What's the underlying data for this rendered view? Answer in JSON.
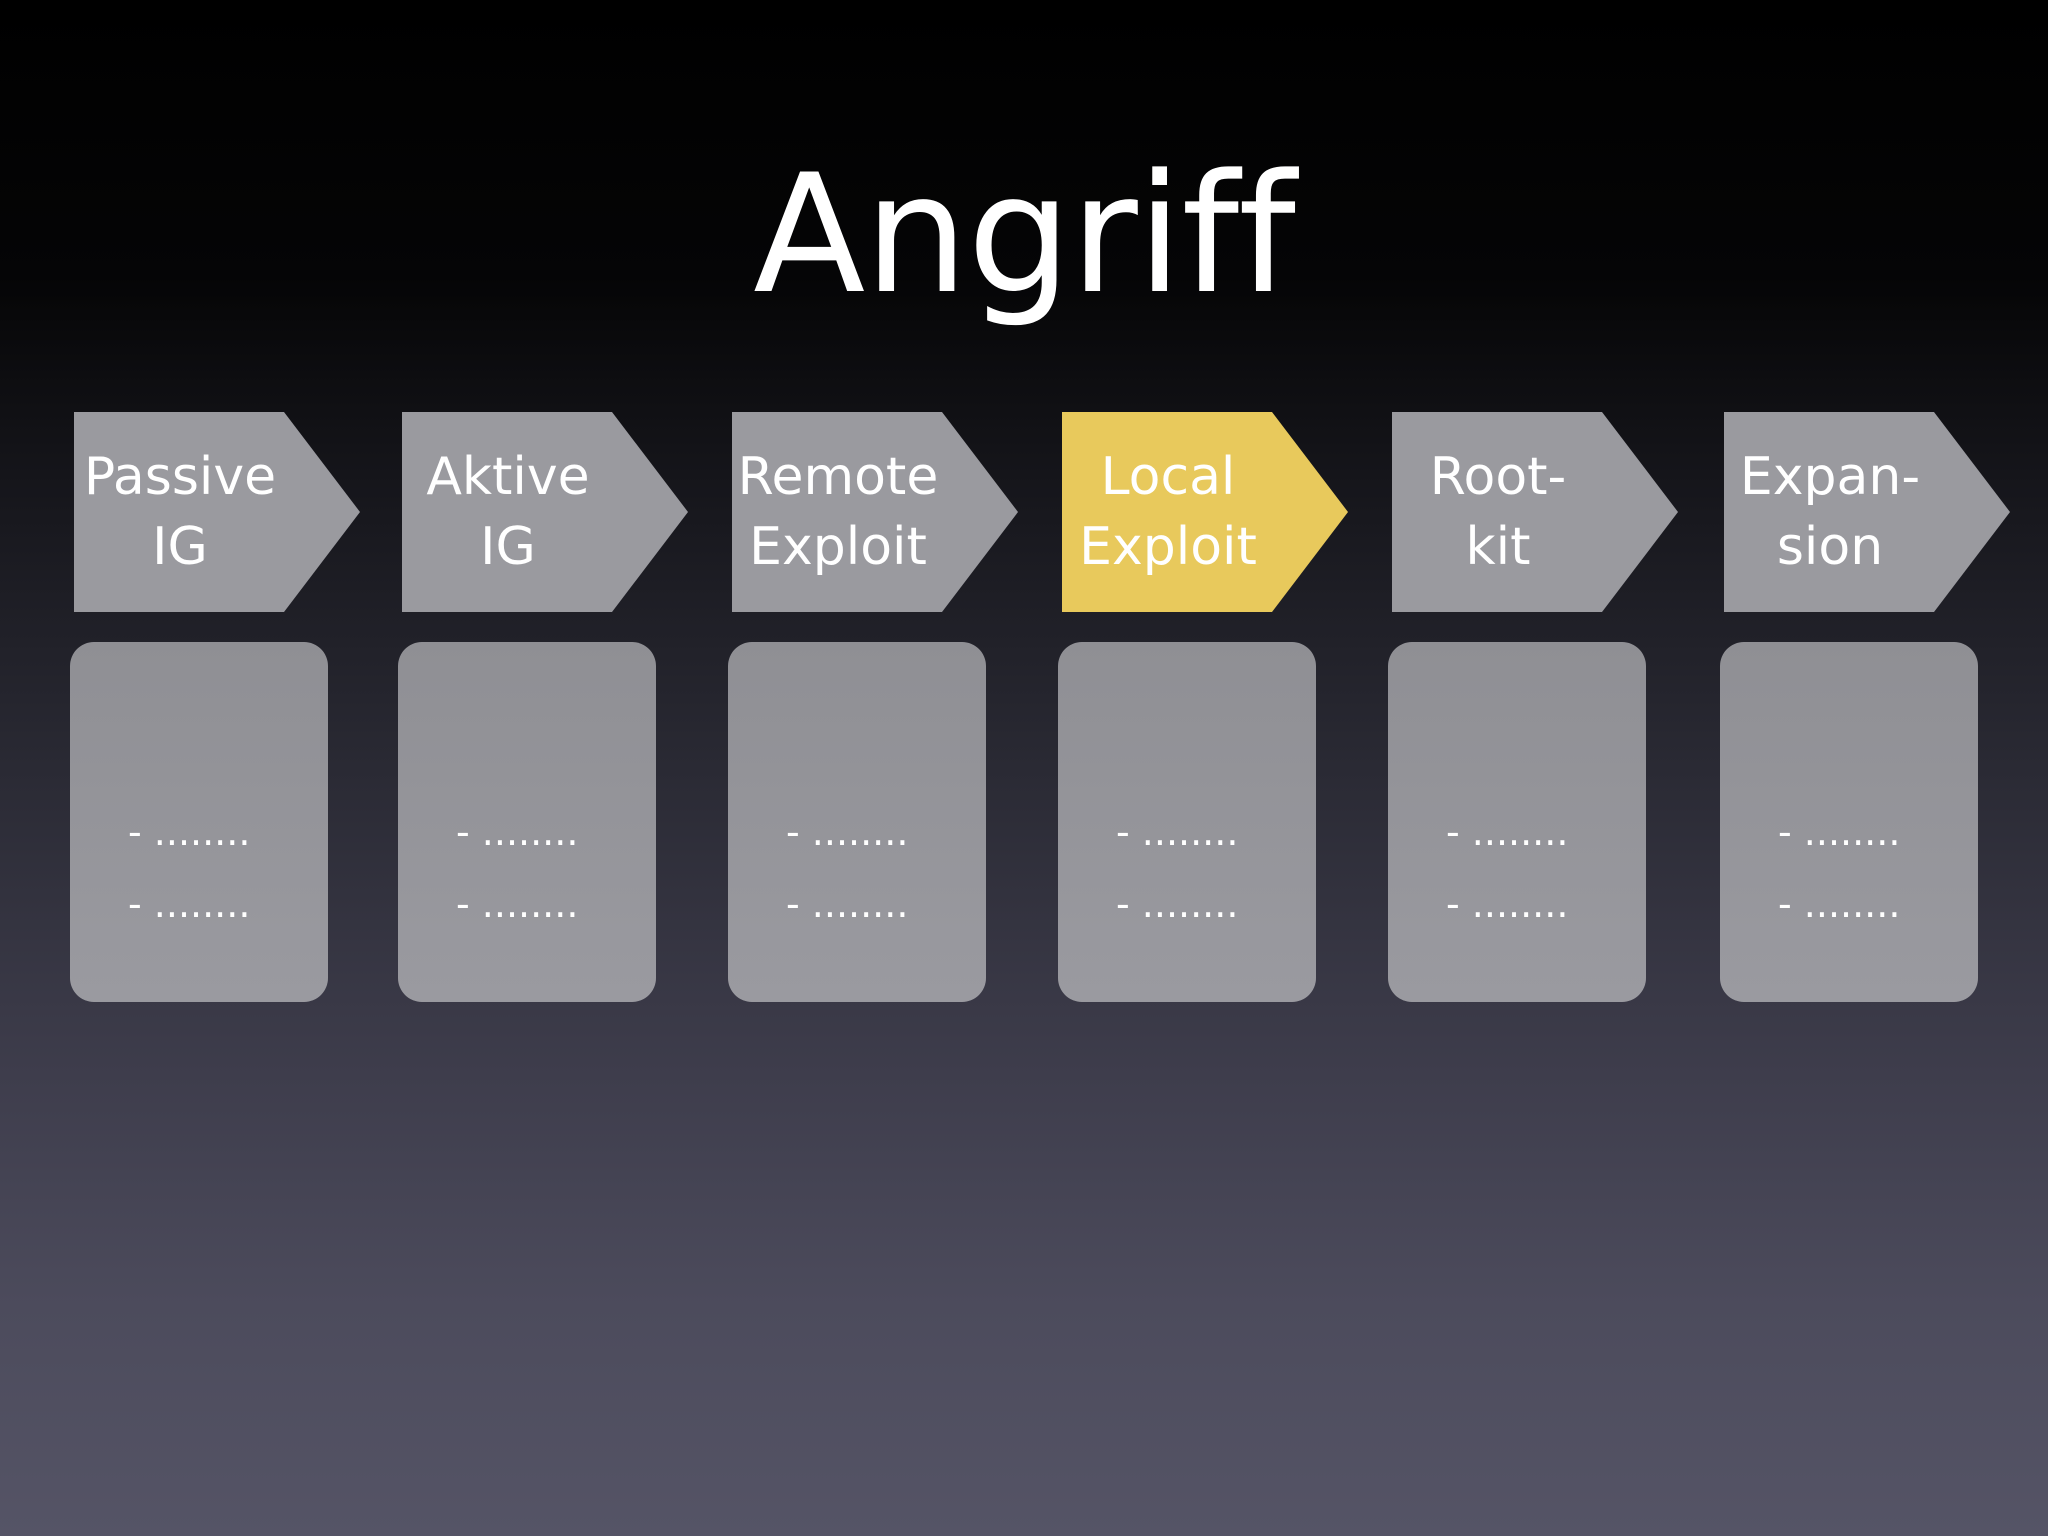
{
  "title": "Angriff",
  "colors": {
    "stage_fill": "#9a9a9f",
    "active_fill": "#e8c95c",
    "card_fill": "#95959a",
    "text": "#ffffff"
  },
  "stages": [
    {
      "label": "Passive\nIG",
      "active": false,
      "bullets": [
        "- ........",
        "- ........"
      ]
    },
    {
      "label": "Aktive\nIG",
      "active": false,
      "bullets": [
        "- ........",
        "- ........"
      ]
    },
    {
      "label": "Remote\nExploit",
      "active": false,
      "bullets": [
        "- ........",
        "- ........"
      ]
    },
    {
      "label": "Local\nExploit",
      "active": true,
      "bullets": [
        "- ........",
        "- ........"
      ]
    },
    {
      "label": "Root-\nkit",
      "active": false,
      "bullets": [
        "- ........",
        "- ........"
      ]
    },
    {
      "label": "Expan-\nsion",
      "active": false,
      "bullets": [
        "- ........",
        "- ........"
      ]
    }
  ]
}
